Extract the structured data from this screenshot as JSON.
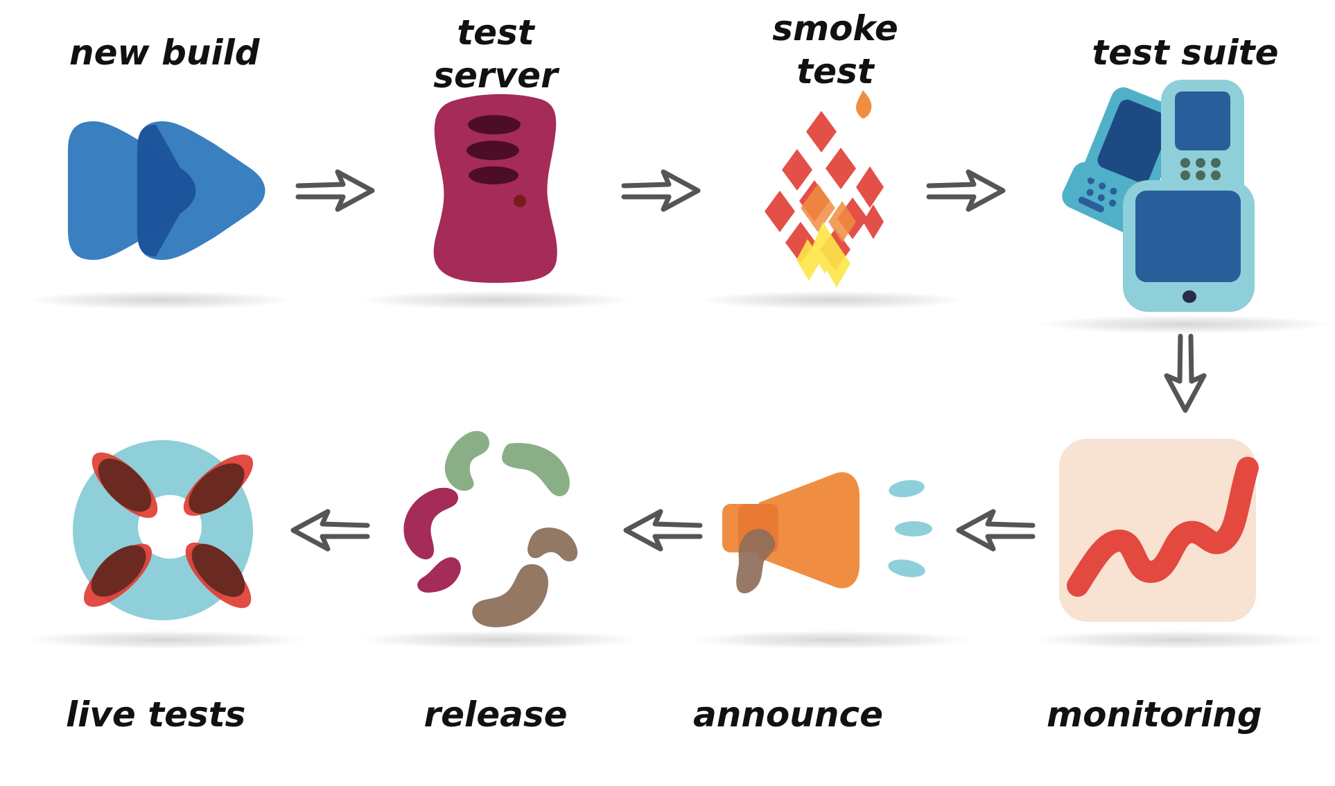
{
  "steps": [
    {
      "id": "new-build",
      "label_lines": [
        "new build"
      ],
      "icon": "fast-forward-icon"
    },
    {
      "id": "test-server",
      "label_lines": [
        "test",
        "server"
      ],
      "icon": "server-icon"
    },
    {
      "id": "smoke-test",
      "label_lines": [
        "smoke",
        "test"
      ],
      "icon": "fire-icon"
    },
    {
      "id": "test-suite",
      "label_lines": [
        "test suite"
      ],
      "icon": "devices-icon"
    },
    {
      "id": "monitoring",
      "label_lines": [
        "monitoring"
      ],
      "icon": "chart-icon"
    },
    {
      "id": "announce",
      "label_lines": [
        "announce"
      ],
      "icon": "megaphone-icon"
    },
    {
      "id": "release",
      "label_lines": [
        "release"
      ],
      "icon": "scatter-shapes-icon"
    },
    {
      "id": "live-tests",
      "label_lines": [
        "live tests"
      ],
      "icon": "lifebuoy-icon"
    }
  ],
  "flow": [
    "new-build",
    "test-server",
    "smoke-test",
    "test-suite",
    "monitoring",
    "announce",
    "release",
    "live-tests"
  ],
  "colors": {
    "blue": "#2f78bd",
    "blue_dark": "#1b4e95",
    "magenta": "#a52b58",
    "magenta_dark": "#4d0d25",
    "red": "#e0392f",
    "orange": "#ef8e42",
    "yellow": "#fde648",
    "teal": "#8ecfd9",
    "navy": "#2a5e9a",
    "peach": "#f8e2d2",
    "green": "#8aaf86",
    "brown": "#937864",
    "brown_dark": "#6a2a22",
    "arrow": "#555555",
    "text": "#111111"
  }
}
